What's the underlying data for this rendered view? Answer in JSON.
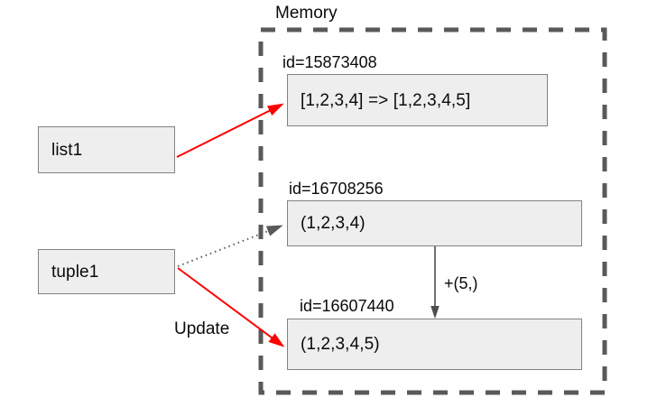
{
  "diagram": {
    "title": "Memory",
    "container": {
      "name": "memory-region",
      "style": "dashed",
      "color": "#595959"
    },
    "variables": [
      {
        "id": "list1",
        "label": "list1"
      },
      {
        "id": "tuple1",
        "label": "tuple1"
      }
    ],
    "objects": [
      {
        "id": "obj-list",
        "id_label": "id=15873408",
        "value": "[1,2,3,4] => [1,2,3,4,5]"
      },
      {
        "id": "obj-tuple-old",
        "id_label": "id=16708256",
        "value": "(1,2,3,4)"
      },
      {
        "id": "obj-tuple-new",
        "id_label": "id=16607440",
        "value": "(1,2,3,4,5)"
      }
    ],
    "edges": [
      {
        "name": "list1-to-object",
        "from": "list1",
        "to": "obj-list",
        "style": "solid",
        "color": "#ff0000",
        "label": ""
      },
      {
        "name": "tuple1-to-old-object",
        "from": "tuple1",
        "to": "obj-tuple-old",
        "style": "dotted",
        "color": "#666666",
        "label": ""
      },
      {
        "name": "tuple1-to-new-object",
        "from": "tuple1",
        "to": "obj-tuple-new",
        "style": "solid",
        "color": "#ff0000",
        "label": "Update"
      },
      {
        "name": "old-tuple-to-new-tuple",
        "from": "obj-tuple-old",
        "to": "obj-tuple-new",
        "style": "solid",
        "color": "#4d4d4d",
        "label": "+(5,)"
      }
    ],
    "labels": {
      "update": "Update",
      "concat_op": "+(5,)"
    },
    "colors": {
      "node_fill": "#eeeeee",
      "node_stroke": "#828282",
      "dashed_stroke": "#595959",
      "red_arrow": "#ff0000",
      "gray_arrow": "#4d4d4d",
      "dotted_arrow": "#808080",
      "text": "#0a0a0a"
    }
  }
}
